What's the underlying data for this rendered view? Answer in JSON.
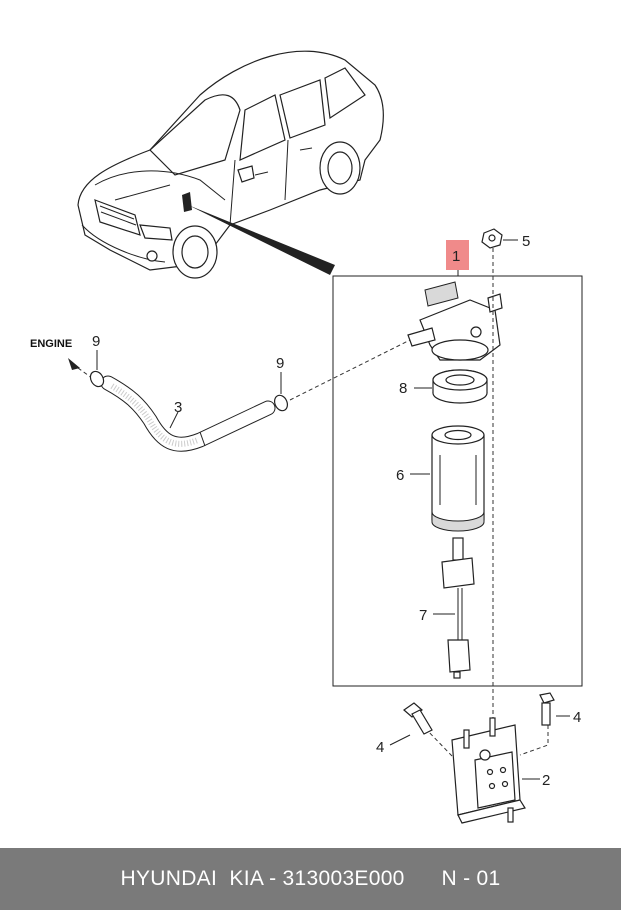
{
  "diagram": {
    "engine_label": "ENGINE",
    "callouts": {
      "c1": "1",
      "c2": "2",
      "c3": "3",
      "c4a": "4",
      "c4b": "4",
      "c5": "5",
      "c6": "6",
      "c7": "7",
      "c8": "8",
      "c9a": "9",
      "c9b": "9"
    },
    "highlight_color": "#f08a8a"
  },
  "footer": {
    "brand": "HYUNDAI  KIA - 313003E000",
    "code": "N - 01"
  }
}
